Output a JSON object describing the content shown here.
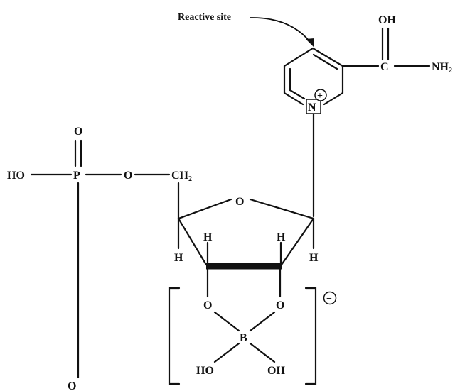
{
  "annotation": {
    "text": "Reactive site"
  },
  "atoms": {
    "oh_amide": "OH",
    "c_amide": "C",
    "nh2_main": "NH",
    "nh2_sub": "2",
    "n_ring": "N",
    "charge_plus": "+",
    "phos_o_top": "O",
    "ho_left": "HO",
    "p_atom": "P",
    "o_bridge": "O",
    "ch2_main": "CH",
    "ch2_sub": "2",
    "o_ring": "O",
    "h_c4": "H",
    "h_c3": "H",
    "h_c2": "H",
    "h_c1": "H",
    "o_c3": "O",
    "o_c2": "O",
    "b_atom": "B",
    "ho_b": "HO",
    "oh_b": "OH",
    "phos_o_bottom": "O",
    "charge_minus": "−"
  }
}
